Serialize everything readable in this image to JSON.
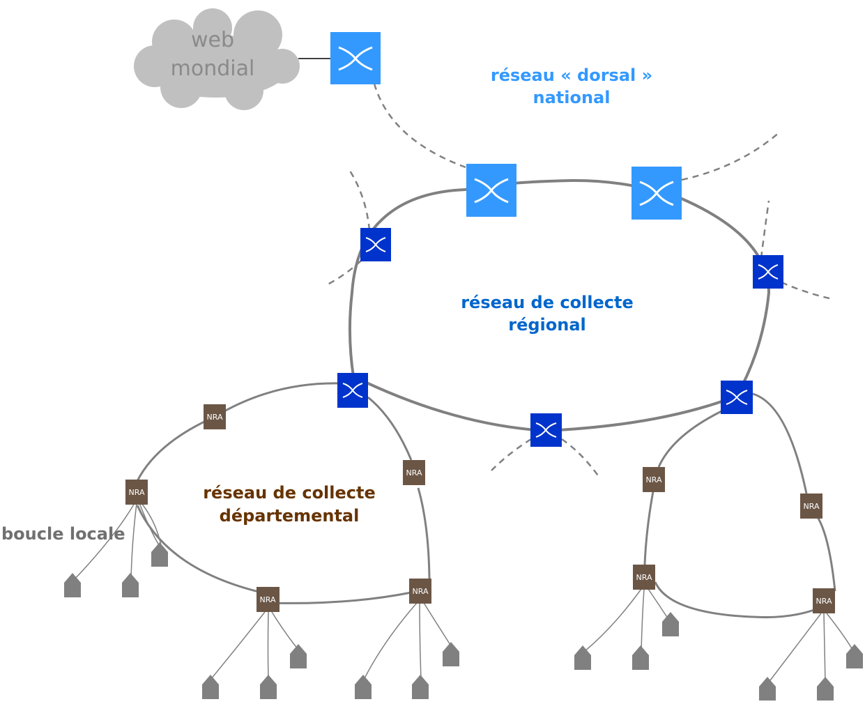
{
  "cloud": {
    "line1": "web",
    "line2": "mondial"
  },
  "labels": {
    "dorsal_line1": "réseau « dorsal »",
    "dorsal_line2": "national",
    "regional_line1": "réseau de collecte",
    "regional_line2": "régional",
    "departemental_line1": "réseau de collecte",
    "departemental_line2": "départemental",
    "boucle_locale": "boucle locale"
  },
  "nra_label": "NRA",
  "colors": {
    "dorsal": "#3399ff",
    "regional_router": "#0033cc",
    "regional_text": "#0066cc",
    "departemental": "#6b5646",
    "departemental_text": "#663300",
    "link": "#808080",
    "house": "#808080",
    "cloud": "#c0c0c0",
    "boucle_text": "#707070"
  }
}
